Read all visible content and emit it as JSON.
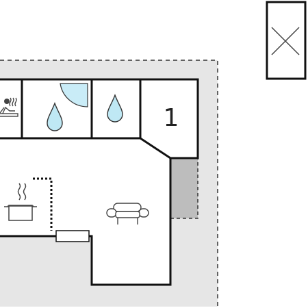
{
  "floor_plan": {
    "rooms": [
      {
        "name": "sauna",
        "icon": "sauna-icon"
      },
      {
        "name": "bathroom-1",
        "icon": "water-drop-icon"
      },
      {
        "name": "bathroom-2",
        "icon": "water-drop-icon"
      },
      {
        "name": "bedroom",
        "label": "1"
      },
      {
        "name": "kitchen",
        "icon": "cooking-pot-icon"
      },
      {
        "name": "living-room",
        "icon": "sofa-icon"
      }
    ],
    "outbuilding": {
      "icon": "cross-box-icon"
    },
    "colors": {
      "wall": "#111111",
      "terrace": "#e6e6e6",
      "storage": "#bdbdbd",
      "shower": "#c9ecf7",
      "water": "#bfe8f4",
      "dashed": "#333333"
    }
  }
}
